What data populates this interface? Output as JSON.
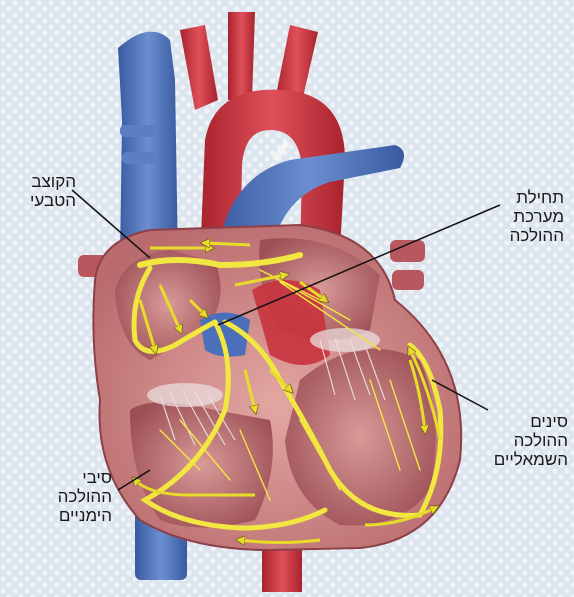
{
  "labels": {
    "natural_pacemaker": [
      "הקוצב",
      "הטבעי"
    ],
    "conduction_start": [
      "תחילת",
      "מערכת",
      "ההולכה"
    ],
    "left_conduction": [
      "סינים",
      "ההולכה",
      "השמאליים"
    ],
    "right_conduction": [
      "סיבי",
      "ההולכה",
      "הימניים"
    ]
  },
  "colors": {
    "vein_blue": "#4b6fb8",
    "artery_red": "#c8303a",
    "muscle_pink": "#c98585",
    "chamber_inner": "#a85a5f",
    "conduction_yellow": "#f2e640",
    "arrow_yellow": "#e8dc2a"
  }
}
